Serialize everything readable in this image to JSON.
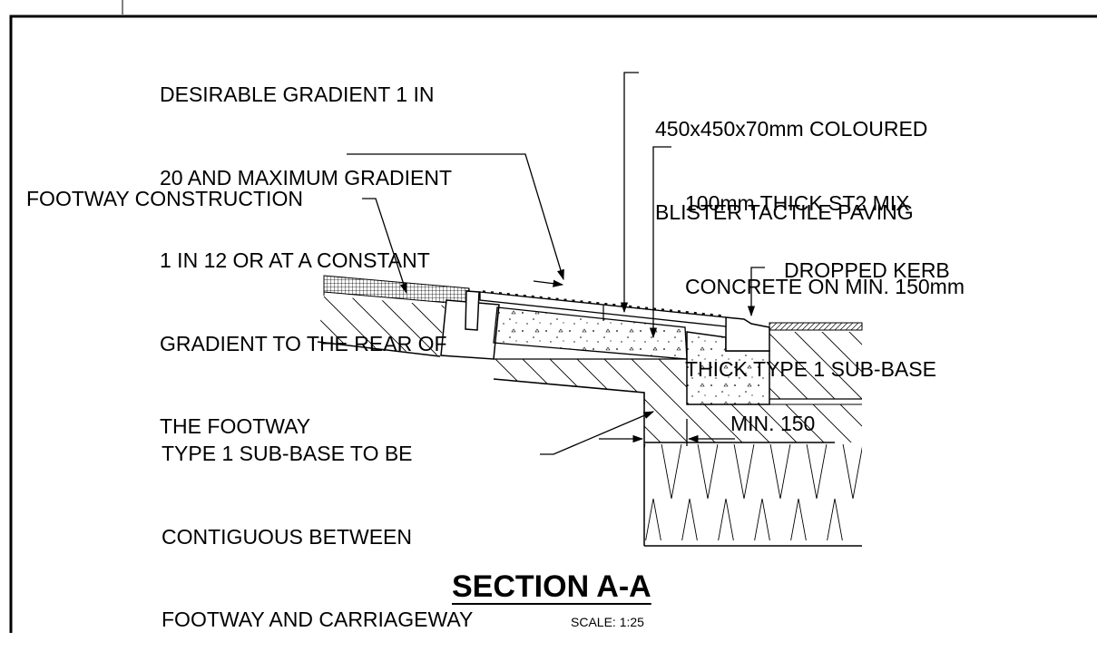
{
  "labels": {
    "gradient": [
      "DESIRABLE GRADIENT 1 IN",
      "20 AND MAXIMUM GRADIENT",
      "1 IN 12 OR AT A CONSTANT",
      "GRADIENT TO THE REAR OF",
      "THE FOOTWAY"
    ],
    "tactile": [
      "450x450x70mm COLOURED",
      "BLISTER TACTILE PAVING"
    ],
    "concrete": [
      "100mm THICK ST2 MIX",
      "CONCRETE ON MIN. 150mm",
      "THICK TYPE 1 SUB-BASE"
    ],
    "footway_construction": "FOOTWAY CONSTRUCTION",
    "dropped_kerb": "DROPPED KERB",
    "subbase": [
      "TYPE 1 SUB-BASE TO BE",
      "CONTIGUOUS BETWEEN",
      "FOOTWAY AND CARRIAGEWAY"
    ],
    "dimension": "MIN. 150"
  },
  "title": "SECTION A-A",
  "scale": "SCALE: 1:25"
}
